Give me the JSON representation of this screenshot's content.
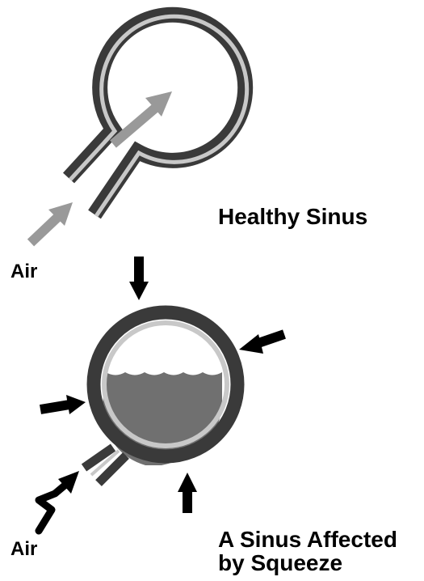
{
  "healthy_sinus": {
    "caption": "Healthy Sinus",
    "air_label": "Air"
  },
  "affected_sinus": {
    "caption_line1": "A Sinus Affected",
    "caption_line2": "by Squeeze",
    "air_label": "Air"
  },
  "colors": {
    "wall": "#3a3a3a",
    "lining": "#c8c8c8",
    "air_arrow": "#999999",
    "fluid": "#707070",
    "pressure_arrow": "#000000",
    "background": "#ffffff"
  },
  "icons": {
    "healthy_flow": "gray-arrow-icon",
    "pressure": "black-arrow-icon",
    "blocked_flow": "zigzag-arrow-icon"
  }
}
